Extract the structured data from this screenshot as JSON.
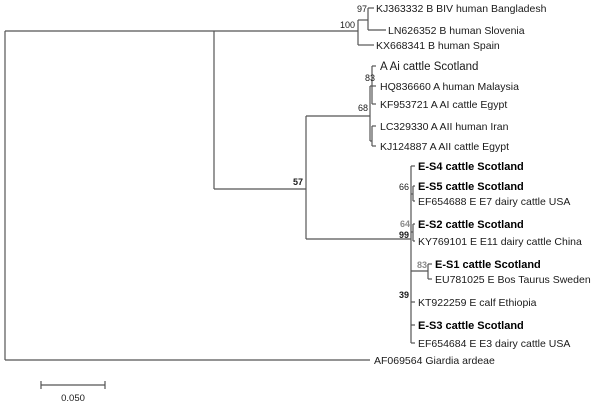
{
  "leaves": {
    "KJ363332": "KJ363332 B BIV human Bangladesh",
    "LN626352": "LN626352 B human Slovenia",
    "KX668341": "KX668341 B human Spain",
    "A_Ai": "A Ai cattle Scotland",
    "HQ836660": "HQ836660 A human Malaysia",
    "KF953721": "KF953721 A AI  cattle Egypt",
    "LC329330": "LC329330 A AII human Iran",
    "KJ124887": "KJ124887 A AII cattle Egypt",
    "E_S4": "E-S4 cattle Scotland",
    "E_S5": "E-S5 cattle Scotland",
    "EF654688": "EF654688 E E7 dairy cattle USA",
    "E_S2": "E-S2 cattle Scotland",
    "KY769101": "KY769101 E E11 dairy cattle China",
    "E_S1": "E-S1 cattle Scotland",
    "EU781025": "EU781025 E Bos Taurus Sweden",
    "KT922259": "KT922259 E calf Ethiopia",
    "E_S3": "E-S3 cattle Scotland",
    "EF654684": "EF654684 E E3 dairy cattle USA",
    "AF069564": "AF069564 Giardia ardeae"
  },
  "bootstrap": {
    "n97": "97",
    "n100": "100",
    "n83": "83",
    "n68": "68",
    "n57": "57",
    "n66": "66",
    "n64": "64",
    "n99": "99",
    "n83b": "83",
    "n39": "39"
  },
  "scale_bar_label": "0.050"
}
